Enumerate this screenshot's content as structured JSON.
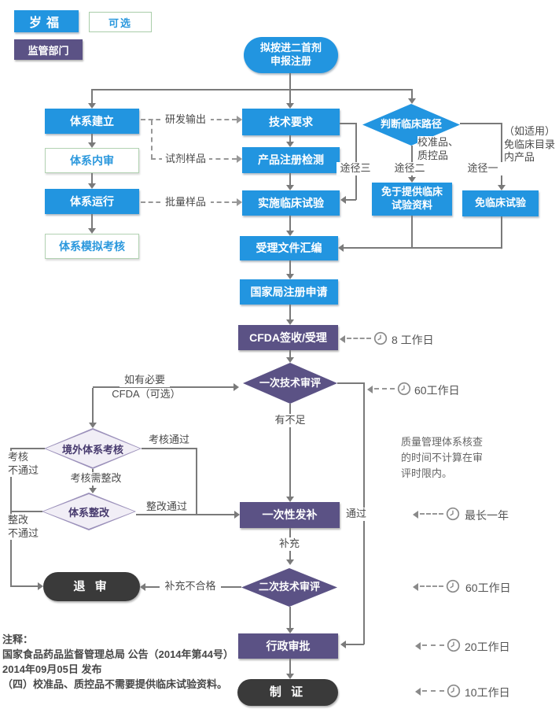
{
  "legend": {
    "applicant": "岁福",
    "optional": "可选",
    "regulator": "监管部门"
  },
  "nodes": {
    "start": "拟按进二首剂\n申报注册",
    "system_establish": "体系建立",
    "system_internal_audit": "体系内审",
    "system_operation": "体系运行",
    "system_mock_assessment": "体系模拟考核",
    "tech_requirement": "技术要求",
    "product_test": "产品注册检测",
    "clinical_trial": "实施临床试验",
    "dossier": "受理文件汇编",
    "national_application": "国家局注册申请",
    "cfda_acceptance": "CFDA签收/受理",
    "first_review": "一次技术审评",
    "supplement_notice": "一次性发补",
    "second_review": "二次技术审评",
    "admin_approval": "行政审批",
    "certificate": "制 证",
    "reject": "退 审",
    "clinical_path": "判断临床路径",
    "exempt_data": "免于提供临床\n试验资料",
    "exempt_trial": "免临床试验",
    "overseas_audit": "境外体系考核",
    "rectification": "体系整改"
  },
  "labels": {
    "rd_output": "研发输出",
    "reagent_sample": "试剂样品",
    "batch_sample": "批量样品",
    "path3": "途径三",
    "path2": "途径二",
    "path1": "途径一",
    "calibrator": "校准品、\n质控品",
    "exempt_catalog": "（如适用）\n免临床目录\n内产品",
    "if_needed": "如有必要",
    "cfda_optional": "CFDA（可选）",
    "audit_pass": "考核通过",
    "audit_fail": "考核\n不通过",
    "need_rectify": "考核需整改",
    "rectify_pass": "整改通过",
    "rectify_fail": "整改\n不通过",
    "insufficient": "有不足",
    "supplement": "补充",
    "supplement_fail": "补充不合格",
    "pass": "通过"
  },
  "timeline": [
    {
      "label": "8 工作日"
    },
    {
      "label": "60工作日"
    },
    {
      "label": "最长一年"
    },
    {
      "label": "60工作日"
    },
    {
      "label": "20工作日"
    },
    {
      "label": "10工作日"
    }
  ],
  "side_note": "质量管理体系核查\n的时间不计算在审\n评时限内。",
  "footnote": {
    "title": "注释：",
    "lines": "国家食品药品监督管理总局 公告（2014年第44号）\n2014年09月05日 发布\n（四）校准品、质控品不需要提供临床试验资料。"
  },
  "colors": {
    "blue": "#2295e0",
    "purple": "#5b5285",
    "lavender": "#f1eef6",
    "lavender_border": "#9b90ba",
    "dark": "#3a3a3a",
    "green_border": "#b2d2b2",
    "line": "#7a7a7a"
  }
}
